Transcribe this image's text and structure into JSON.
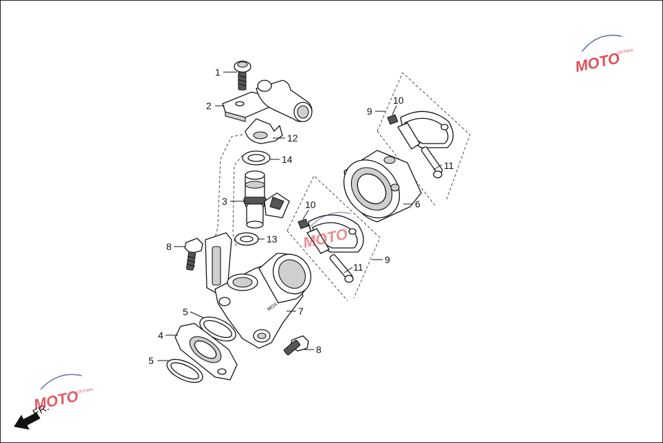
{
  "callouts": [
    {
      "id": "c1",
      "text": "1"
    },
    {
      "id": "c2",
      "text": "2"
    },
    {
      "id": "c3",
      "text": "3"
    },
    {
      "id": "c4",
      "text": "4"
    },
    {
      "id": "c5a",
      "text": "5"
    },
    {
      "id": "c5b",
      "text": "5"
    },
    {
      "id": "c6",
      "text": "6"
    },
    {
      "id": "c7",
      "text": "7"
    },
    {
      "id": "c8a",
      "text": "8"
    },
    {
      "id": "c8b",
      "text": "8"
    },
    {
      "id": "c9a",
      "text": "9"
    },
    {
      "id": "c9b",
      "text": "9"
    },
    {
      "id": "c10a",
      "text": "10"
    },
    {
      "id": "c10b",
      "text": "10"
    },
    {
      "id": "c11a",
      "text": "11"
    },
    {
      "id": "c11b",
      "text": "11"
    },
    {
      "id": "c12",
      "text": "12"
    },
    {
      "id": "c13",
      "text": "13"
    },
    {
      "id": "c14",
      "text": "14"
    }
  ],
  "direction_label": "FR.",
  "watermark": {
    "text": "MOTO",
    "tagline": "Oil Parts",
    "colors": {
      "red": "#d9313a",
      "blue": "#3a4fa0"
    }
  }
}
